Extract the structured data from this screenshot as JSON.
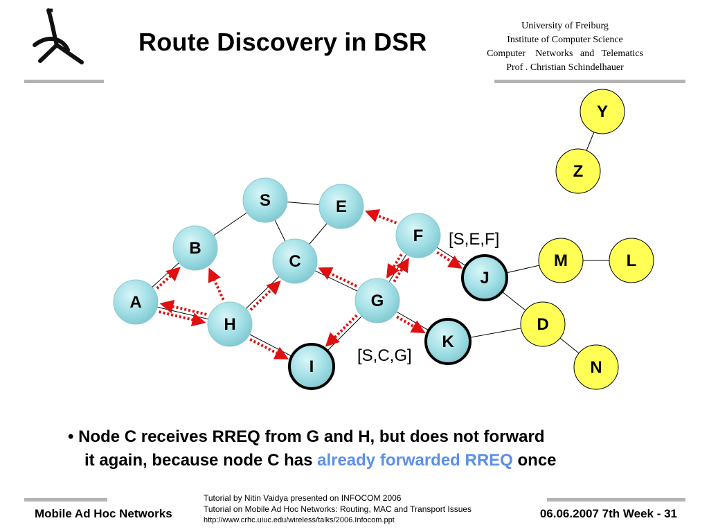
{
  "header": {
    "title": "Route Discovery in DSR",
    "institution": [
      "University of Freiburg",
      "Institute of Computer Science",
      "Computer    Networks   and   Telematics",
      "Prof . Christian Schindelhauer"
    ]
  },
  "diagram": {
    "nodes": [
      {
        "id": "S",
        "label": "S",
        "style": "water"
      },
      {
        "id": "E",
        "label": "E",
        "style": "water"
      },
      {
        "id": "F",
        "label": "F",
        "style": "water"
      },
      {
        "id": "B",
        "label": "B",
        "style": "water"
      },
      {
        "id": "C",
        "label": "C",
        "style": "water"
      },
      {
        "id": "J",
        "label": "J",
        "style": "water-bold"
      },
      {
        "id": "A",
        "label": "A",
        "style": "water"
      },
      {
        "id": "G",
        "label": "G",
        "style": "water"
      },
      {
        "id": "H",
        "label": "H",
        "style": "water"
      },
      {
        "id": "K",
        "label": "K",
        "style": "water-bold"
      },
      {
        "id": "I",
        "label": "I",
        "style": "water-bold"
      },
      {
        "id": "Y",
        "label": "Y",
        "style": "yellow"
      },
      {
        "id": "Z",
        "label": "Z",
        "style": "yellow"
      },
      {
        "id": "M",
        "label": "M",
        "style": "yellow"
      },
      {
        "id": "L",
        "label": "L",
        "style": "yellow"
      },
      {
        "id": "D",
        "label": "D",
        "style": "yellow"
      },
      {
        "id": "N",
        "label": "N",
        "style": "yellow"
      }
    ],
    "links": [
      [
        "S",
        "E"
      ],
      [
        "S",
        "B"
      ],
      [
        "S",
        "C"
      ],
      [
        "E",
        "C"
      ],
      [
        "C",
        "H"
      ],
      [
        "C",
        "G"
      ],
      [
        "F",
        "G"
      ],
      [
        "F",
        "J"
      ],
      [
        "A",
        "B"
      ],
      [
        "A",
        "H"
      ],
      [
        "H",
        "I"
      ],
      [
        "G",
        "I"
      ],
      [
        "G",
        "K"
      ],
      [
        "J",
        "M"
      ],
      [
        "M",
        "L"
      ],
      [
        "J",
        "D"
      ],
      [
        "K",
        "D"
      ],
      [
        "D",
        "N"
      ],
      [
        "Y",
        "Z"
      ]
    ],
    "rreq_arrows": [
      [
        "F",
        "E"
      ],
      [
        "F",
        "J"
      ],
      [
        "F",
        "G"
      ],
      [
        "G",
        "F"
      ],
      [
        "G",
        "C"
      ],
      [
        "G",
        "K"
      ],
      [
        "G",
        "I"
      ],
      [
        "H",
        "A"
      ],
      [
        "A",
        "H"
      ],
      [
        "A",
        "B"
      ],
      [
        "H",
        "B"
      ],
      [
        "H",
        "C"
      ],
      [
        "H",
        "I"
      ]
    ],
    "path_labels": [
      {
        "text": "[S,E,F]",
        "near": "F"
      },
      {
        "text": "[S,C,G]",
        "near": "K"
      }
    ],
    "colors": {
      "arrow": "#e01010",
      "yellow": "#ffff55",
      "water": "#a8e3e8",
      "link": "#000000"
    }
  },
  "bullet": {
    "marker": "•",
    "line1": "Node C receives RREQ from G and H, but does not forward",
    "line2_before": "it again, because node C has ",
    "line2_highlight": "already forwarded RREQ",
    "line2_after": " once"
  },
  "footer": {
    "left": "Mobile Ad Hoc Networks",
    "middle": [
      "Tutorial by Nitin Vaidya presented on INFOCOM 2006",
      "Tutorial on Mobile Ad Hoc Networks: Routing, MAC and Transport Issues",
      "http://www.crhc.uiuc.edu/wireless/talks/2006.Infocom.ppt"
    ],
    "right": "06.06.2007 7th Week - 31"
  }
}
